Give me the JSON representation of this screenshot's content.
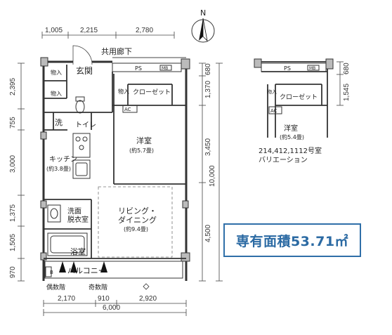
{
  "floorplan": {
    "north_label": "N",
    "corridor": "共用廊下",
    "entrance": "玄関",
    "storage": "物入",
    "ps": "PS",
    "mb": "MB",
    "closet": "クローゼット",
    "ac": "AC",
    "wash": "洗",
    "toilet": "トイレ",
    "kitchen": "キッチン",
    "kitchen_size": "(約3.8畳)",
    "western_room": "洋室",
    "western_size": "(約5.7畳)",
    "living_line1": "リビング・",
    "living_line2": "ダイニング",
    "living_size": "(約9.4畳)",
    "wash_room_line1": "洗面",
    "wash_room_line2": "脱衣室",
    "bath": "浴室",
    "balcony": "バルコニー",
    "even_floor": "偶数階",
    "odd_floor": "奇数階"
  },
  "variation": {
    "ps": "PS",
    "mb": "MB",
    "storage": "物入",
    "closet": "クローゼット",
    "ac": "AC",
    "western_room": "洋室",
    "western_size": "(約5.4畳)",
    "rooms_line1": "214,412,1112号室",
    "rooms_line2": "バリエーション"
  },
  "dims": {
    "top": [
      "1,005",
      "2,215",
      "2,780"
    ],
    "left": [
      "2,395",
      "755",
      "3,000",
      "1,375",
      "1,505",
      "970"
    ],
    "right": [
      "680",
      "1,370",
      "3,450",
      "4,500"
    ],
    "total_right": "10,000",
    "bottom": [
      "2,170",
      "910",
      "2,920"
    ],
    "bottom_total": "6,000",
    "variation_right": [
      "680",
      "1,545"
    ]
  },
  "badge": "専有面積53.71㎡",
  "colors": {
    "badge_border": "#2f6fa8",
    "badge_text": "#2b6aa3"
  }
}
